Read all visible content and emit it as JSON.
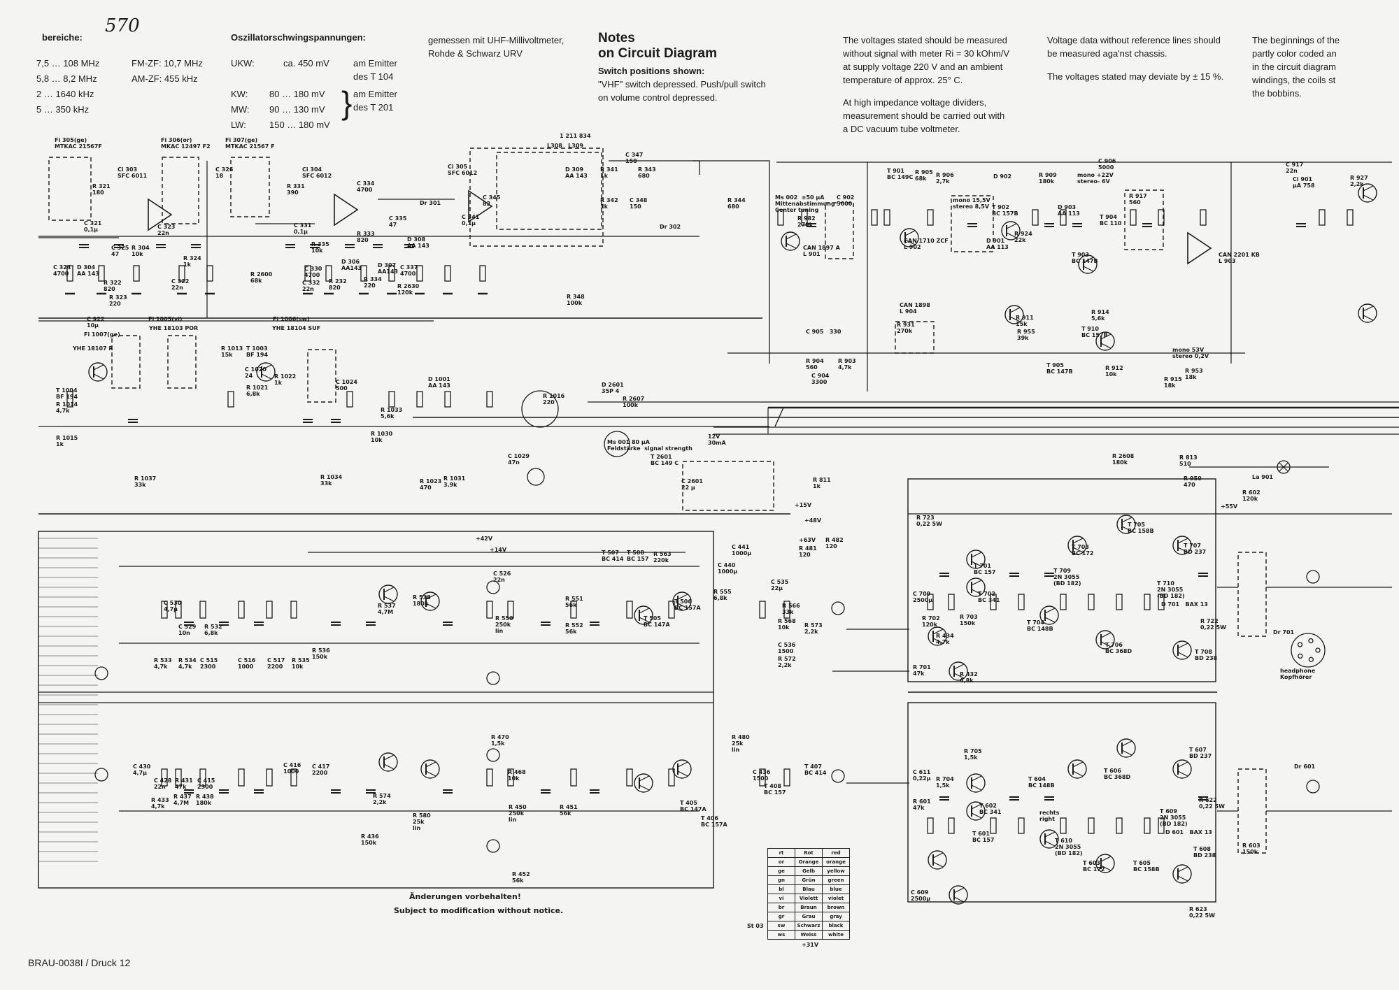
{
  "header": {
    "handwritten": "570",
    "bereiche_label": "bereiche:",
    "bands": [
      {
        "range": "7,5 … 108 MHz",
        "if": "FM-ZF: 10,7 MHz"
      },
      {
        "range": "5,8 … 8,2 MHz",
        "if": "AM-ZF: 455 kHz"
      },
      {
        "range": "2 … 1640 kHz",
        "if": ""
      },
      {
        "range": "5 … 350 kHz",
        "if": ""
      }
    ],
    "osc_title": "Oszillatorschwingspannungen:",
    "osc": [
      {
        "band": "UKW:",
        "value": "ca. 450 mV"
      },
      {
        "band": "KW:",
        "value": "80 … 180 mV"
      },
      {
        "band": "MW:",
        "value": "90 … 130 mV"
      },
      {
        "band": "LW:",
        "value": "150 … 180 mV"
      }
    ],
    "osc_note_1": "am Emitter\ndes T 104",
    "osc_note_2": "am Emitter\ndes T 201",
    "measured_with": "gemessen mit UHF-Millivoltmeter,\nRohde & Schwarz URV",
    "notes_title": "Notes\non Circuit Diagram",
    "switch_title": "Switch positions shown:",
    "switch_text": "\"VHF\" switch depressed. Push/pull switch\non volume control depressed.",
    "voltages_text": "The voltages stated should be measured\nwithout signal with meter Ri = 30 kOhm/V\nat supply voltage 220 V and an ambient\ntemperature of approx. 25° C.",
    "dividers_text": "At high impedance voltage dividers,\nmeasurement should be carried out with\na DC vacuum tube voltmeter.",
    "reference_text": "Voltage data without reference lines should\nbe measured aga'nst chassis.",
    "deviate_text": "The voltages stated may deviate by ± 15 %.",
    "coils_text": "The beginnings of the\npartly color coded an\nin the circuit diagram\nwindings, the coils st\nthe bobbins."
  },
  "components": [
    "Fi 305(ge)\nMTKAC 21567F",
    "Fi 306(or)\nMKAC 12497 F2",
    "Fi 307(ge)\nMTKAC 21567 F",
    "Ci 303\nSFC 6011",
    "Ci 304\nSFC 6012",
    "Ci 305\nSFC 6012",
    "R 321\n180",
    "C 321\n0,1µ",
    "C 326\n18",
    "R 331\n390",
    "C 331\n0,1µ",
    "C 334\n4700",
    "Dr 301",
    "C 341\n0,1µ",
    "D 308\nAA 143",
    "R 304\n10k",
    "C 324\n4700",
    "D 304\nAA 143",
    "R 322\n820",
    "R 323\n220",
    "C 322\n22n",
    "C 323\n22n",
    "R 324\n1k",
    "C 325\n47",
    "R 335\n10k",
    "C 330\n4700",
    "C 332\n22n",
    "R 232\n820",
    "D 306\nAA143",
    "R 334\n220",
    "R 333\n820",
    "C 335\n47",
    "D 307\nAA143",
    "C 337\n4700",
    "R 2630\n120k",
    "R 2600\n68k",
    "L308   L309",
    "1 211 834",
    "D 309\nAA 143",
    "R 341\n1k",
    "R 342\n1k",
    "C 345\n82",
    "R 343\n680",
    "C 347\n150",
    "C 348\n150",
    "R 344\n680",
    "Dr 302",
    "R 348\n100k",
    "Ms 002  ±50 µA\nMittenabstimmung\nCenter tuning",
    "R 982\n270k",
    "C 902\n5000",
    "CAN 1897 A\nL 901",
    "T 901\nBC 149C",
    "R 905\n68k",
    "R 906\n2,7k",
    "mono 15,5V\nstereo 8,5V",
    "CAN 1710 ZCF\nL 902",
    "T 902\nBC 157B",
    "D 901\nAA 113",
    "D 902",
    "R 909\n180k",
    "mono +22V\nstereo- 6V",
    "D 903\nAA 113",
    "R 924\n22k",
    "T 903\nBC 147B",
    "T 904\nBC 110",
    "C 906\n5000",
    "R 917\n560",
    "CAN 2201 KB\nL 903",
    "Ci 901\nµA 758",
    "C 917\n22n",
    "R 927\n2,2k",
    "R 931\n270k",
    "CAN 1898\nL 904",
    "C 905   330",
    "R 904\n560",
    "C 904\n3300",
    "R 903\n4,7k",
    "R 911\n15k",
    "R 955\n39k",
    "T 910\nBC 157B",
    "T 905\nBC 147B",
    "R 912\n10k",
    "R 914\n5,6k",
    "mono 53V\nstereo 0,2V",
    "R 915\n18k",
    "R 953\n18k",
    "C 922\n10µ",
    "Fi 1005(vi)",
    "Fi 1006(sw)",
    "Fi 1007(ge)",
    "YHE 18103 POR",
    "YHE 18104 SUF",
    "YHE 18107 R",
    "T 1003\nBF 194",
    "T 1004\nBF 194",
    "R 1014\n4,7k",
    "R 1015\n1k",
    "R 1013\n15k",
    "C 1020\n24",
    "R 1021\n6,8k",
    "R 1022\n1k",
    "C 1024\n500",
    "D 1001\nAA 143",
    "R 1033\n5,6k",
    "R 1030\n10k",
    "R 1031\n3,9k",
    "R 1034\n33k",
    "R 1037\n33k",
    "R 1023\n470",
    "R 1016\n220",
    "C 1029\n47n",
    "R 2607\n100k",
    "Ms 001 80 µA\nFeldstärke  signal strength",
    "T 2601\nBC 149 C",
    "D 2601\n35P 4",
    "C 2601\n22 µ",
    "R 2608\n180k",
    "R 813\n510",
    "R 950\n470",
    "La 901",
    "12V\n30mA",
    "R 811\n1k",
    "+15V",
    "+55V",
    "+48V",
    "+63V",
    "R 482\n120",
    "R 481\n120",
    "C 441\n1000µ",
    "C 440\n1000µ",
    "+42V",
    "+14V",
    "C 526\n22n",
    "R 550\n250k\nlin",
    "R 551\n56k",
    "R 552\n56k",
    "C 530\n4,7µ",
    "C 529\n10n",
    "R 532\n6,8k",
    "R 533\n4,7k",
    "R 534\n4,7k",
    "C 515\n2300",
    "C 516\n1000",
    "C 517\n2200",
    "R 535\n10k",
    "R 536\n150k",
    "R 537\n4,7M",
    "R 538\n180k",
    "T 505\nBC 147A",
    "T 506\nBC 157A",
    "T 507\nBC 414",
    "T 508\nBC 157",
    "R 563\n220k",
    "R 555\n6,8k",
    "C 535\n22µ",
    "R 566\n33k",
    "R 568\n10k",
    "C 536\n1500",
    "R 572\n2,2k",
    "R 573\n2,2k",
    "R 574\n2,2k",
    "R 580\n25k\nlin",
    "T 405\nBC 147A",
    "T 406\nBC 157A",
    "T 407\nBC 414",
    "T 408\nBC 157",
    "R 480\n25k\nlin",
    "C 436\n1500",
    "R 470\n1,5k",
    "R 468\n10k",
    "R 450\n250k\nlin",
    "R 451\n56k",
    "R 452\n56k",
    "C 430\n4,7µ",
    "C 428\n22n",
    "R 431\n47k",
    "C 415\n2300",
    "C 416\n1000",
    "C 417\n2200",
    "R 436\n150k",
    "R 437\n4,7M",
    "R 438\n180k",
    "R 433\n4,7k",
    "R 434\n4,7k",
    "R 432\n6,8k",
    "T 701\nBC 157",
    "T 702\nBC 341",
    "T 703\nBC 172",
    "T 704\nBC 148B",
    "T 705\nBC 158B",
    "T 706\nBC 368D",
    "T 707\nBD 237",
    "T 708\nBD 238",
    "T 709\n2N 3055\n(BD 182)",
    "T 710\n2N 3055\n(BD 182)",
    "D 701   BAX 13",
    "R 722\n0,22 5W",
    "R 723\n0,22 5W",
    "C 709\n2500µ",
    "R 701\n47k",
    "R 702\n120k",
    "R 703\n150k",
    "R 704\n1,5k",
    "R 705\n1,5k",
    "T 601\nBC 157",
    "T 602\nBC 341",
    "T 603\nBC 172",
    "T 604\nBC 148B",
    "T 605\nBC 158B",
    "T 606\nBC 368D",
    "T 607\nBD 237",
    "T 608\nBD 238",
    "T 610\n2N 3055\n(BD 182)",
    "T 609\n2N 3055\n(BD 182)",
    "D 601   BAX 13",
    "R 622\n0,22 5W",
    "R 623\n0,22 5W",
    "C 609\n2500µ",
    "C 611\n0,22µ",
    "R 601\n47k",
    "R 602\n120k",
    "R 603\n150k",
    "Dr 701",
    "Dr 601",
    "headphone\nKopfhörer",
    "rechts\nright",
    "St 03",
    "+31V"
  ],
  "color_table": [
    [
      "rt",
      "Rot",
      "red"
    ],
    [
      "or",
      "Orange",
      "orange"
    ],
    [
      "ge",
      "Gelb",
      "yellow"
    ],
    [
      "gn",
      "Grün",
      "green"
    ],
    [
      "bl",
      "Blau",
      "blue"
    ],
    [
      "vi",
      "Violett",
      "violet"
    ],
    [
      "br",
      "Braun",
      "brown"
    ],
    [
      "gr",
      "Grau",
      "gray"
    ],
    [
      "sw",
      "Schwarz",
      "black"
    ],
    [
      "ws",
      "Weiss",
      "white"
    ]
  ],
  "footer": {
    "notice_de": "Änderungen vorbehalten!",
    "notice_en": "Subject to modification without notice.",
    "doc_id": "BRAU-0038I / Druck 12"
  },
  "colors": {
    "paper": "#f4f4f2",
    "ink": "#1a1a1a"
  }
}
